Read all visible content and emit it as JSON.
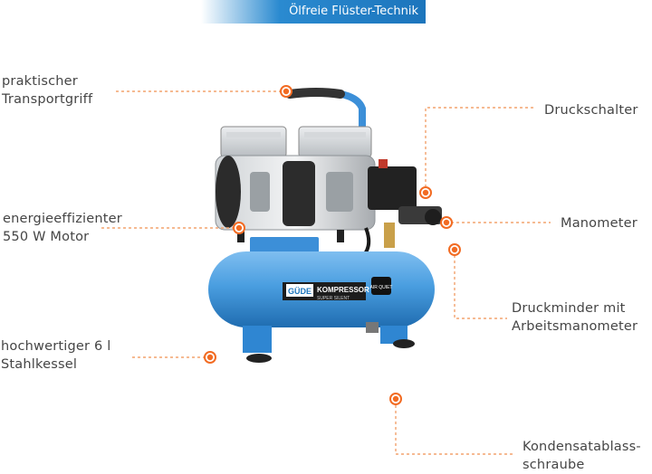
{
  "banner": {
    "text": "Ölfreie Flüster-Technik"
  },
  "labels": {
    "transportgriff_1": "praktischer",
    "transportgriff_2": "Transportgriff",
    "motor_1": "energieeffizienter",
    "motor_2": "550 W Motor",
    "kessel_1": "hochwertiger 6 l",
    "kessel_2": "Stahlkessel",
    "druckschalter": "Druckschalter",
    "manometer": "Manometer",
    "druckminder_1": "Druckminder mit",
    "druckminder_2": "Arbeitsmanometer",
    "kondensat_1": "Kondensatablass-",
    "kondensat_2": "schraube"
  },
  "product": {
    "brand": "GÜDE",
    "model": "KOMPRESSOR",
    "subline": "SUPER SILENT",
    "badge": "AIR QUIET"
  },
  "colors": {
    "accent": "#f26b22",
    "tank_blue": "#4a9ee0",
    "banner_blue": "#1c75bc",
    "dash": "#f3a36e"
  }
}
